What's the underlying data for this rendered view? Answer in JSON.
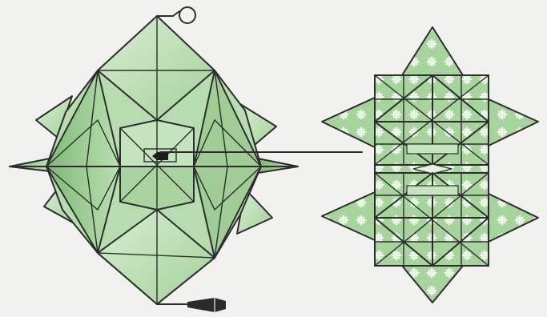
{
  "diagram": {
    "colors": {
      "paper_background": "#f1f1ef",
      "line": "#2d2d2d",
      "panel_light": "#c9e6c3",
      "panel_mid": "#a9d49f",
      "panel_dark": "#8cc384",
      "pattern_base": "#a6d49c",
      "flower": "#f4fbf1",
      "tassel": "#2b2b2b"
    },
    "figures": [
      {
        "id": "assembled-lantern",
        "icon": "folded-lantern-3d"
      },
      {
        "id": "flat-unit-net",
        "icon": "patterned-square-with-points"
      }
    ],
    "decorations": [
      "hanging-loop-icon",
      "tassel-icon",
      "connector-arrow"
    ]
  }
}
